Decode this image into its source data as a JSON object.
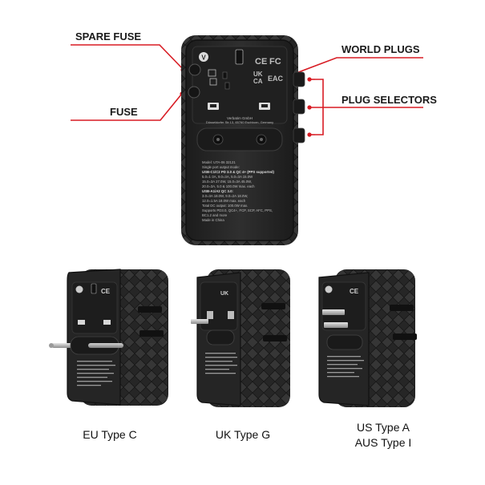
{
  "callouts": {
    "spare_fuse": "SPARE FUSE",
    "fuse": "FUSE",
    "world_plugs": "WORLD PLUGS",
    "plug_selectors": "PLUG SELECTORS"
  },
  "device": {
    "brand_mark": "V",
    "maker": "Verbatim GmbH",
    "address": "Düsseldorfer Str.13, 65760 Eschborn, Germany",
    "marks": {
      "ce": "CE",
      "fc": "FC",
      "ukca_top": "UK",
      "ukca_bottom": "CA",
      "eac": "EAC"
    },
    "spec_lines": [
      "Model: UTA-06 32121",
      "Single port output mode:",
      "USB-C1/C2 PD 3.0 & QC 4+ (PPS supported)",
      "5.0=1·3A, 9.0=3A, 5.0=3A 15.0W",
      "15.0=3A 27.0W, 15.0=3A 45.0W,",
      "20.0=3A, 5.0 & 100.0W max. each",
      "USB-A1/A2 QC 3.0:",
      "3.0=3A 18.0W, 9.0=2A 18.0W,",
      "12.0=1.5A 18.0W max. each",
      "Total DC output: 100.0W max.",
      "Supports PD3.0, QC4+, FCP, SCP, AFC, PPS,",
      "BC1.2 and more",
      "Made in China"
    ]
  },
  "captions": {
    "eu": "EU Type C",
    "uk": "UK Type G",
    "us_line1": "US Type A",
    "us_line2": "AUS Type I"
  },
  "colors": {
    "callout_line": "#d81c24",
    "device_body": "#2a2a2a",
    "device_edge": "#151515"
  }
}
